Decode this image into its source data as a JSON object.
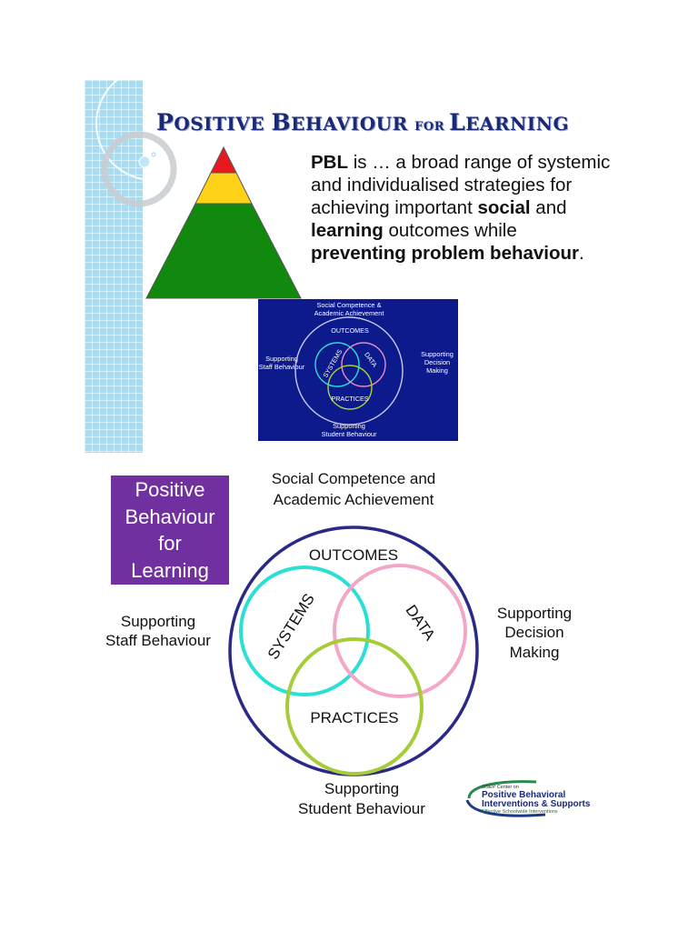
{
  "header": {
    "title_parts": [
      {
        "text": "P",
        "size": "big"
      },
      {
        "text": "OSITIVE ",
        "size": "normal"
      },
      {
        "text": "B",
        "size": "big"
      },
      {
        "text": "EHAVIOUR ",
        "size": "normal"
      },
      {
        "text": "FOR ",
        "size": "small"
      },
      {
        "text": "L",
        "size": "big"
      },
      {
        "text": "EARNING",
        "size": "normal"
      }
    ]
  },
  "definition": {
    "parts": [
      {
        "text": "PBL",
        "bold": true
      },
      {
        "text": " is … a broad range of systemic and individualised strategies for achieving important ",
        "bold": false
      },
      {
        "text": "social",
        "bold": true
      },
      {
        "text": " and ",
        "bold": false
      },
      {
        "text": "learning",
        "bold": true
      },
      {
        "text": " outcomes while ",
        "bold": false
      },
      {
        "text": "preventing problem behaviour",
        "bold": true
      },
      {
        "text": ".",
        "bold": false
      }
    ]
  },
  "pyramid": {
    "tiers": [
      {
        "color": "#e8191e"
      },
      {
        "color": "#ffd21a"
      },
      {
        "color": "#11890f"
      }
    ]
  },
  "small_diagram": {
    "background": "#0c1a8c",
    "top_label": [
      "Social Competence &",
      "Academic Achievement"
    ],
    "outcomes": "OUTCOMES",
    "systems": "SYSTEMS",
    "data": "DATA",
    "practices": "PRACTICES",
    "left_label": [
      "Supporting",
      "Staff Behaviour"
    ],
    "right_label": [
      "Supporting",
      "Decision",
      "Making"
    ],
    "bottom_label": [
      "Supporting",
      "Student Behaviour"
    ]
  },
  "purple_box": {
    "lines": [
      "Positive",
      "Behaviour",
      "for",
      "Learning"
    ],
    "color": "#7030a0"
  },
  "main_diagram": {
    "top_label": [
      "Social Competence and",
      "Academic Achievement"
    ],
    "outcomes": "OUTCOMES",
    "systems": "SYSTEMS",
    "data": "DATA",
    "practices": "PRACTICES",
    "left_label": [
      "Supporting",
      "Staff Behaviour"
    ],
    "right_label": [
      "Supporting",
      "Decision",
      "Making"
    ],
    "bottom_label": [
      "Supporting",
      "Student Behaviour"
    ],
    "colors": {
      "outer_ring": "#2a2a86",
      "systems": "#2ae0d4",
      "data": "#f4a6c8",
      "practices": "#a6cc3a"
    }
  },
  "logo": {
    "line1": "OSEP Center on",
    "line2": "Positive Behavioral",
    "line3": "Interventions & Supports",
    "line4": "Effective Schoolwide Interventions"
  }
}
